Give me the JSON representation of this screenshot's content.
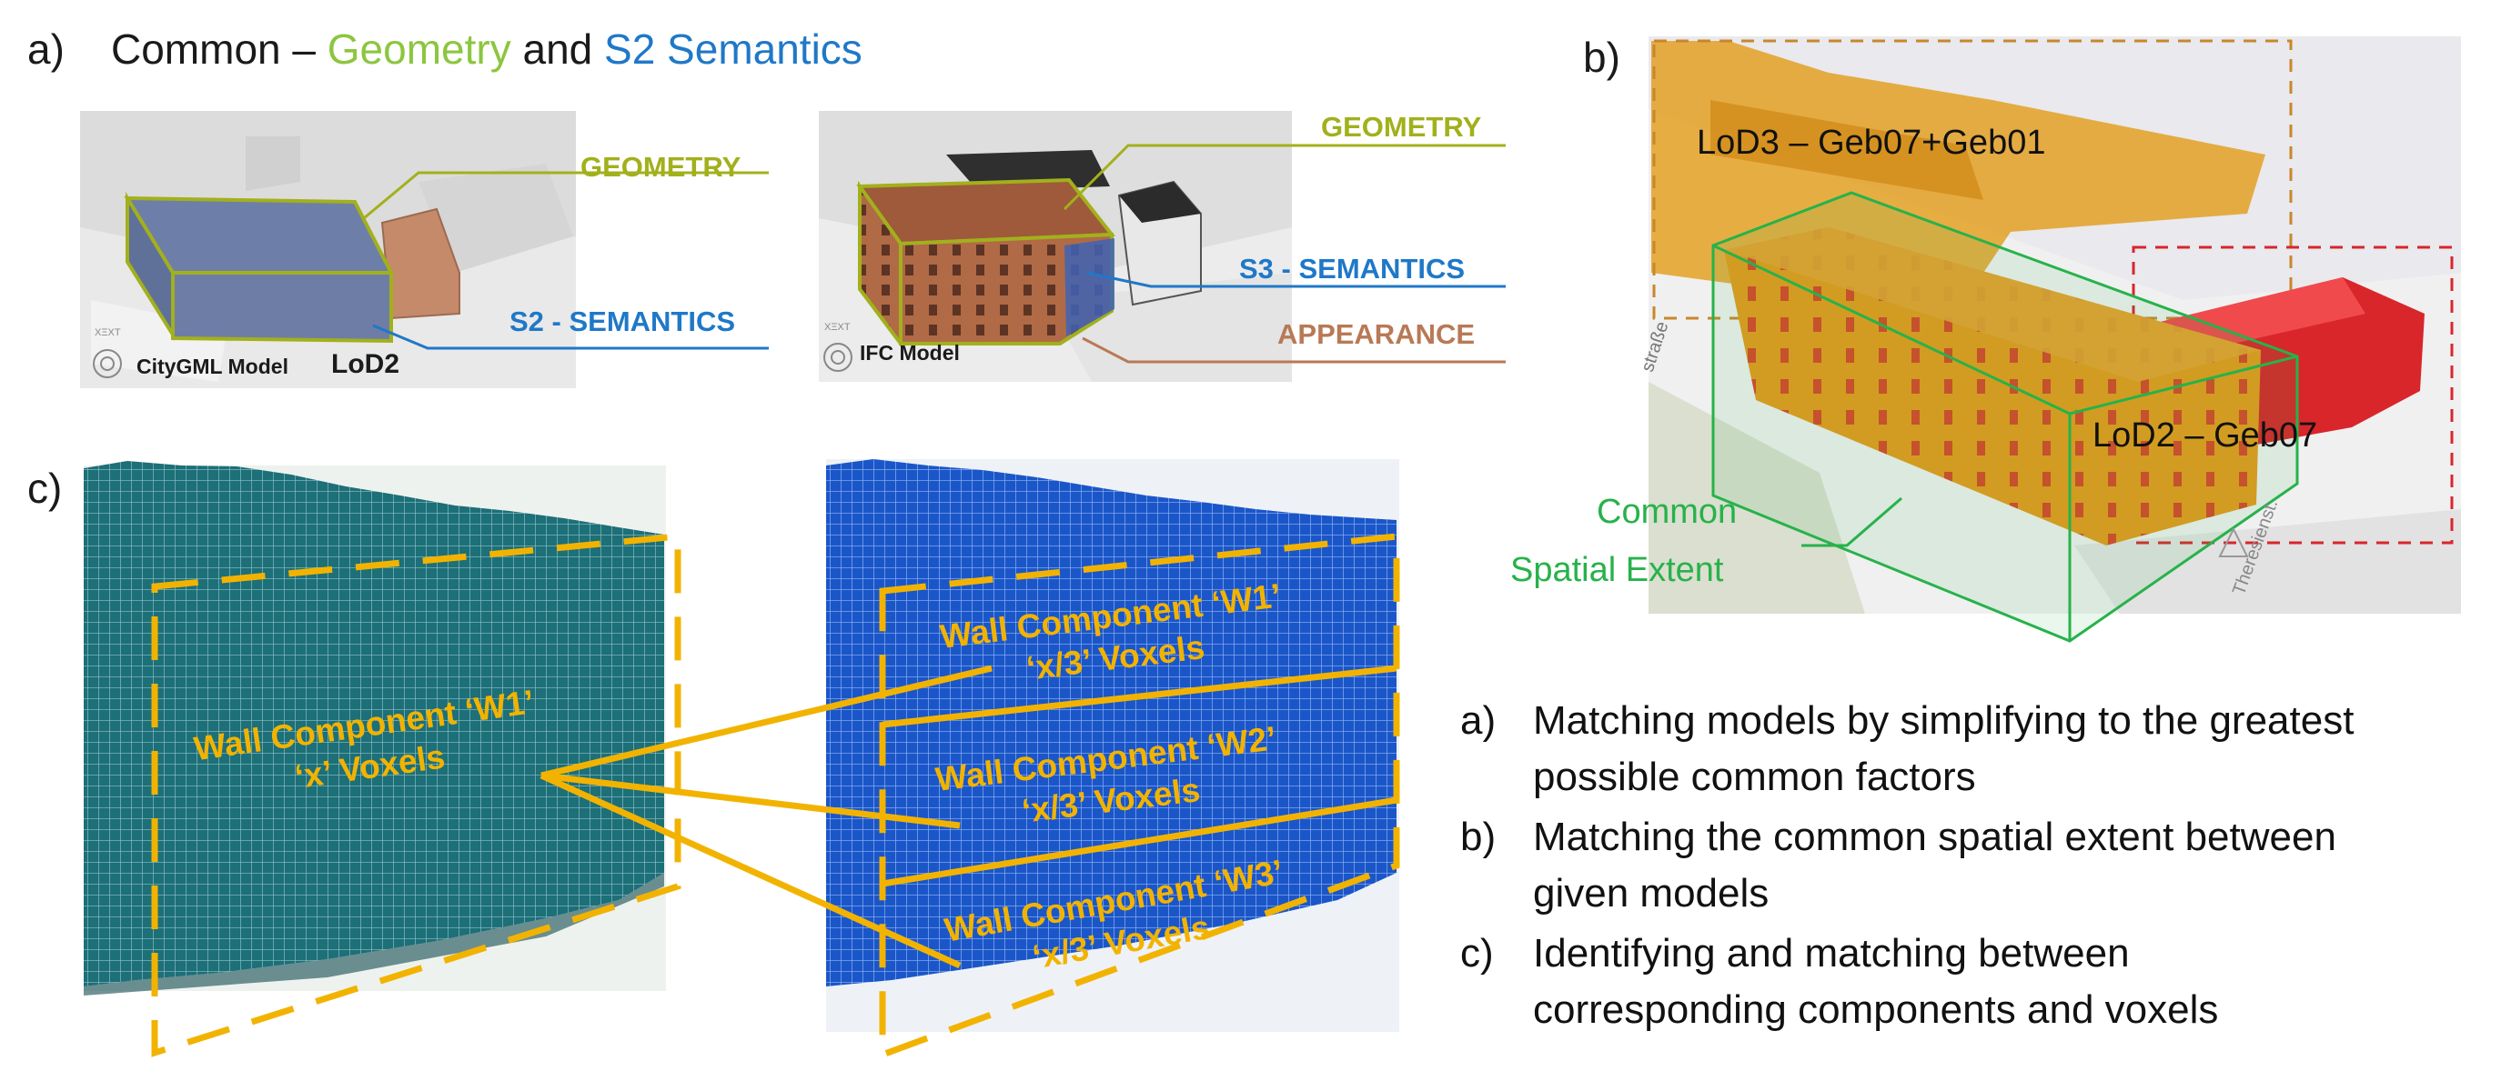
{
  "panel_a": {
    "label": "a)",
    "heading_prefix": "Common – ",
    "heading_geometry": "Geometry",
    "heading_and": " and ",
    "heading_semantics": "S2 Semantics",
    "citygml": {
      "geometry_callout": "GEOMETRY",
      "semantics_callout": "S2 - SEMANTICS",
      "model_label": "CityGML Model",
      "lod_label": "LoD2"
    },
    "ifc": {
      "geometry_callout": "GEOMETRY",
      "semantics_callout": "S3 - SEMANTICS",
      "appearance_callout": "APPEARANCE",
      "model_label": "IFC Model"
    },
    "logo_text": "XΞXT"
  },
  "panel_b": {
    "label": "b)",
    "lod3_label": "LoD3 – Geb07+Geb01",
    "lod2_label": "LoD2 – Geb07",
    "common_label_line1": "Common",
    "common_label_line2": "Spatial Extent",
    "street_label_1": "straße",
    "street_label_2": "Theresienst."
  },
  "panel_c": {
    "label": "c)",
    "left_wall_line1": "Wall Component ‘W1’",
    "left_wall_line2": "‘x’ Voxels",
    "right_walls": [
      {
        "line1": "Wall Component ‘W1’",
        "line2": "‘x/3’ Voxels"
      },
      {
        "line1": "Wall Component ‘W2’",
        "line2": "‘x/3’ Voxels"
      },
      {
        "line1": "Wall Component ‘W3’",
        "line2": "‘x/3’ Voxels"
      }
    ]
  },
  "legend": [
    {
      "key": "a)",
      "lines": [
        "Matching models by simplifying to the greatest",
        "possible common factors"
      ]
    },
    {
      "key": "b)",
      "lines": [
        "Matching the common spatial extent between",
        "given models"
      ]
    },
    {
      "key": "c)",
      "lines": [
        "Identifying and matching between",
        "corresponding components and voxels"
      ]
    }
  ],
  "colors": {
    "geometry": "#8cc63f",
    "semantics": "#1f78c8",
    "olive": "#a2b01c",
    "appearance": "#b87955",
    "lod3_orange": "#e39a12",
    "lod2_red": "#d8262b",
    "common_green": "#27b24a",
    "wall_yellow": "#f2b300",
    "teal_voxel": "#1c6f78",
    "blue_voxel": "#1b56c9"
  },
  "icons": [
    "xext-logo-icon",
    "north-arrow-icon"
  ]
}
